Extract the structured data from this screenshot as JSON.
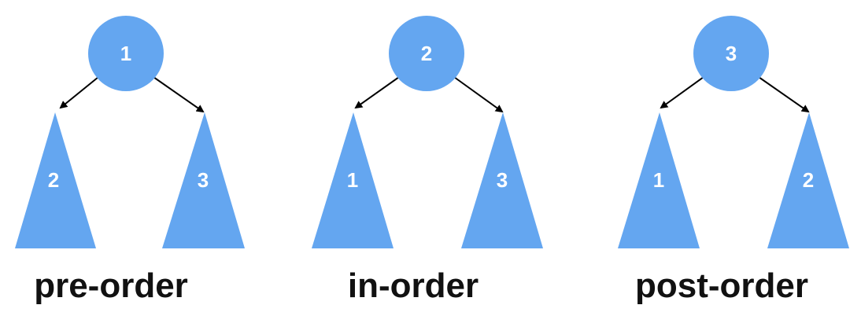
{
  "colors": {
    "node_fill": "#64a6f0",
    "label_text": "#ffffff",
    "arrow": "#000000",
    "caption_text": "#111111"
  },
  "traversals": [
    {
      "caption": "pre-order",
      "root": "1",
      "left": "2",
      "right": "3"
    },
    {
      "caption": "in-order",
      "root": "2",
      "left": "1",
      "right": "3"
    },
    {
      "caption": "post-order",
      "root": "3",
      "left": "1",
      "right": "2"
    }
  ]
}
